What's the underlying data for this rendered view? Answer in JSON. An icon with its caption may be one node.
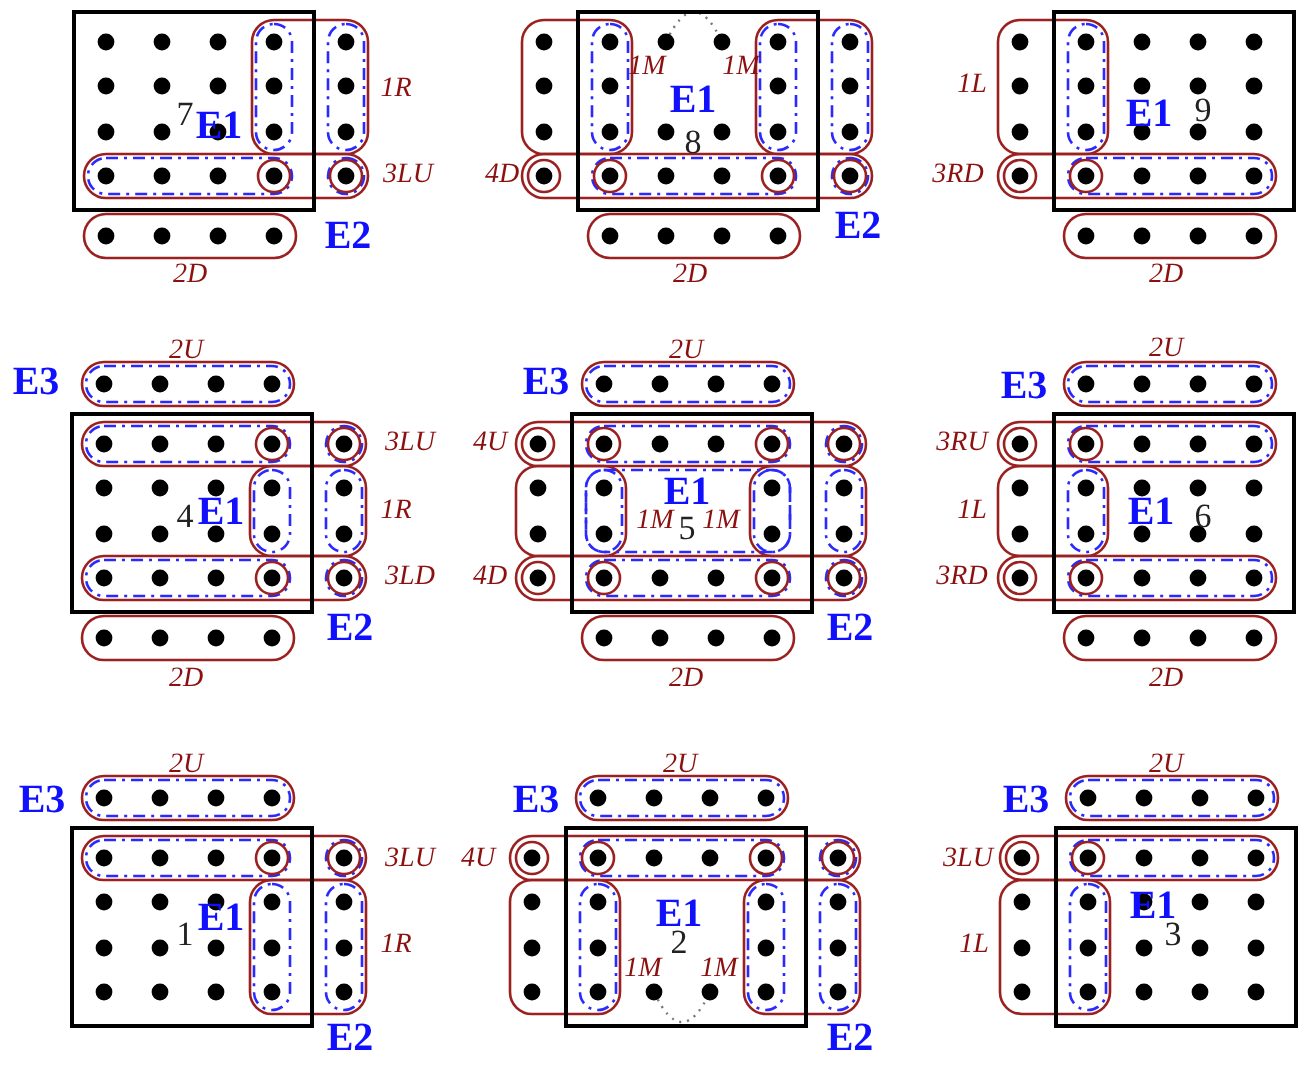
{
  "diagram": {
    "nodes": [
      {
        "text": [
          "7",
          "E1"
        ],
        "beside": [
          "1R",
          "3LU",
          "E2",
          "2D"
        ]
      },
      {
        "text": [
          "1M",
          "1M",
          "E1",
          "8"
        ],
        "beside": [
          "4D",
          "E2",
          "2D"
        ]
      },
      {
        "text": [
          "E1",
          "9"
        ],
        "beside": [
          "1L",
          "3RD",
          "2D"
        ]
      },
      {
        "text": [
          "4",
          "E1"
        ],
        "beside": [
          "2U",
          "E3",
          "3LU",
          "1R",
          "3LD",
          "E2",
          "2D"
        ]
      },
      {
        "text": [
          "1M",
          "E1",
          "5",
          "1M"
        ],
        "beside": [
          "2U",
          "E3",
          "4U",
          "4D",
          "E2",
          "2D"
        ]
      },
      {
        "text": [
          "E1",
          "6"
        ],
        "beside": [
          "2U",
          "E3",
          "3RU",
          "1L",
          "3RD",
          "2D"
        ]
      },
      {
        "text": [
          "E1",
          "1"
        ],
        "beside": [
          "2U",
          "E3",
          "3LU",
          "1R",
          "E2"
        ]
      },
      {
        "text": [
          "E1",
          "2",
          "1M",
          "1M"
        ],
        "beside": [
          "2U",
          "E3",
          "4U",
          "E2"
        ]
      },
      {
        "text": [
          "E1",
          "3"
        ],
        "beside": [
          "2U",
          "E3",
          "3LU",
          "1L"
        ]
      }
    ]
  }
}
